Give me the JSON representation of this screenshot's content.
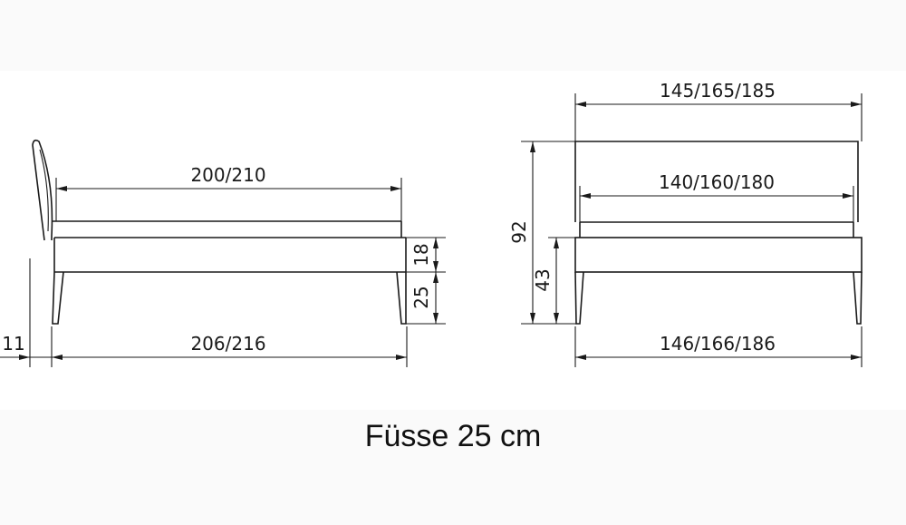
{
  "side_view": {
    "inner_length": "200/210",
    "outer_length": "206/216",
    "headboard_offset": "11",
    "frame_height": "18",
    "leg_height": "25"
  },
  "front_view": {
    "outer_width": "145/165/185",
    "inner_width": "140/160/180",
    "foot_width": "146/166/186",
    "total_height": "92",
    "frame_top_height": "43"
  },
  "caption": "Füsse 25 cm"
}
